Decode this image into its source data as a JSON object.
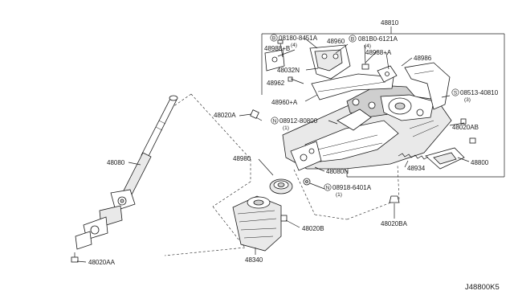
{
  "labels": {
    "assembly": "48810",
    "bolt_b": "08180-8451A",
    "bolt_b_qty": "(4)",
    "clamp_left": "48988+B",
    "bracket_upper": "48960",
    "bolt_b2": "081B0-6121A",
    "bolt_b2_qty": "(4)",
    "clamp_right": "48988+A",
    "bracket_rear": "48986",
    "nut_upper": "48032N",
    "bolt_small": "48962",
    "bracket_lower": "48960+A",
    "screw_s": "08513-40810",
    "screw_s_qty": "(3)",
    "bolt_column": "48020A",
    "nut_n1": "08912-80800",
    "nut_n1_qty": "(1)",
    "bolt_right": "48020AB",
    "shaft": "48080",
    "bearing": "48980",
    "nut_column": "48080N",
    "spring": "48934",
    "cover": "48800",
    "nut_n2": "08918-6401A",
    "nut_n2_qty": "(1)",
    "bolt_lower_right": "48020BA",
    "bolt_boot": "48020B",
    "bolt_shaft": "48020AA",
    "boot": "48340",
    "drawing_id": "J48800K5"
  },
  "badges": {
    "bolt": "B",
    "nut": "N",
    "screw": "S"
  }
}
